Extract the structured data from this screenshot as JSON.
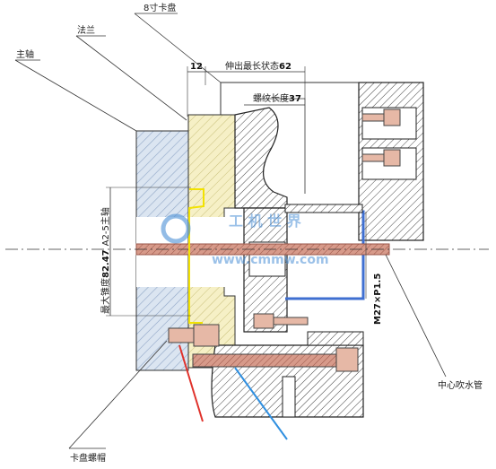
{
  "labels": {
    "chuck": "8寸卡盘",
    "flange": "法兰",
    "spindle": "主轴",
    "protrude": "伸出最长状态",
    "thread_len": "螺纹长度",
    "taper": "最大锥度",
    "spindle_std": "A2-5主轴",
    "thread_spec": "M27×P1.5",
    "center_pipe": "中心吹水管",
    "chuck_screw": "卡盘螺帽"
  },
  "dims": {
    "flange_thk": "12",
    "protrude_val": "62",
    "thread_val": "37",
    "taper_val": "82.47"
  },
  "watermark": {
    "text1": "工 机 世 界",
    "text2": "www.cmmw.com"
  },
  "colors": {
    "hatch": "#7f96b8",
    "flange_fill": "#f4efc4",
    "pipe_fill": "#c98a7a",
    "screw_fill": "#e6b8a6",
    "tube_blue": "#3f6fd1",
    "arrow_red": "#e0322b",
    "arrow_blue": "#2f8fe0",
    "yellow_line": "#f2e200"
  }
}
